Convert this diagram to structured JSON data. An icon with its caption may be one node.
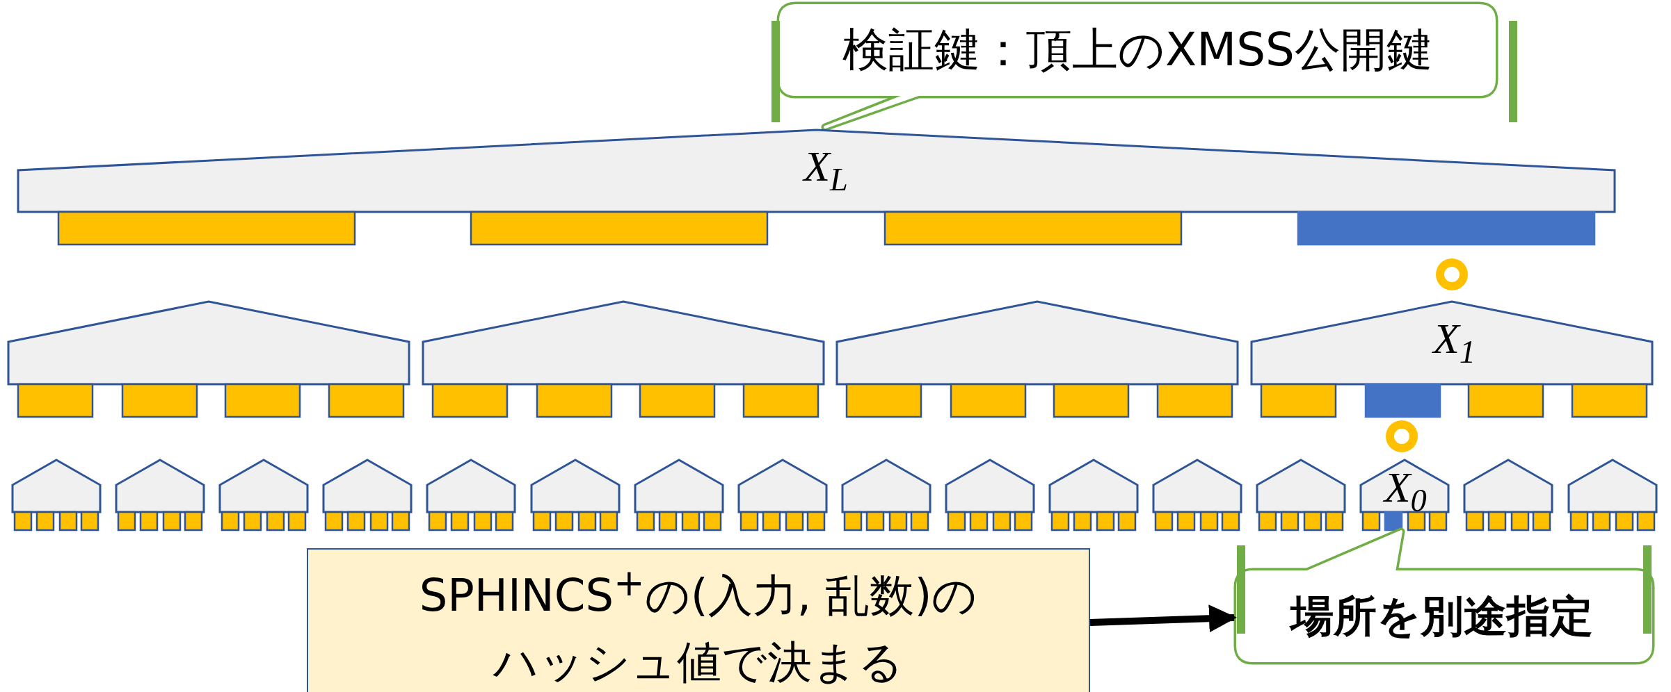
{
  "diagram": {
    "nodes": [
      {
        "text": [
          "検証鍵：頂上のXMSS公開鍵"
        ]
      },
      {
        "text": [
          "X$_{L}$"
        ]
      },
      {
        "text": [],
        "shape": "pentagon"
      },
      {
        "text": [],
        "shape": "pentagon"
      },
      {
        "text": [],
        "shape": "pentagon"
      },
      {
        "text": [
          "X$_{1}$"
        ]
      },
      {
        "text": [],
        "shape": "pentagon"
      },
      {
        "text": [],
        "shape": "pentagon"
      },
      {
        "text": [],
        "shape": "pentagon"
      },
      {
        "text": [],
        "shape": "pentagon"
      },
      {
        "text": [],
        "shape": "pentagon"
      },
      {
        "text": [],
        "shape": "pentagon"
      },
      {
        "text": [],
        "shape": "pentagon"
      },
      {
        "text": [],
        "shape": "pentagon"
      },
      {
        "text": [],
        "shape": "pentagon"
      },
      {
        "text": [],
        "shape": "pentagon"
      },
      {
        "text": [],
        "shape": "pentagon"
      },
      {
        "text": [],
        "shape": "pentagon"
      },
      {
        "text": [],
        "shape": "pentagon"
      },
      {
        "text": [
          "X$_{0}$"
        ]
      },
      {
        "text": [],
        "shape": "pentagon"
      },
      {
        "text": [],
        "shape": "pentagon"
      },
      {
        "text": [
          "SPHINCS$^{+}$の(入力, 乱数)のハッシュ値で決まる"
        ]
      },
      {
        "text": [
          "場所を別途指定"
        ]
      }
    ],
    "edges": [
      {
        "from": 22,
        "to": 23,
        "arrow": "to"
      }
    ]
  }
}
